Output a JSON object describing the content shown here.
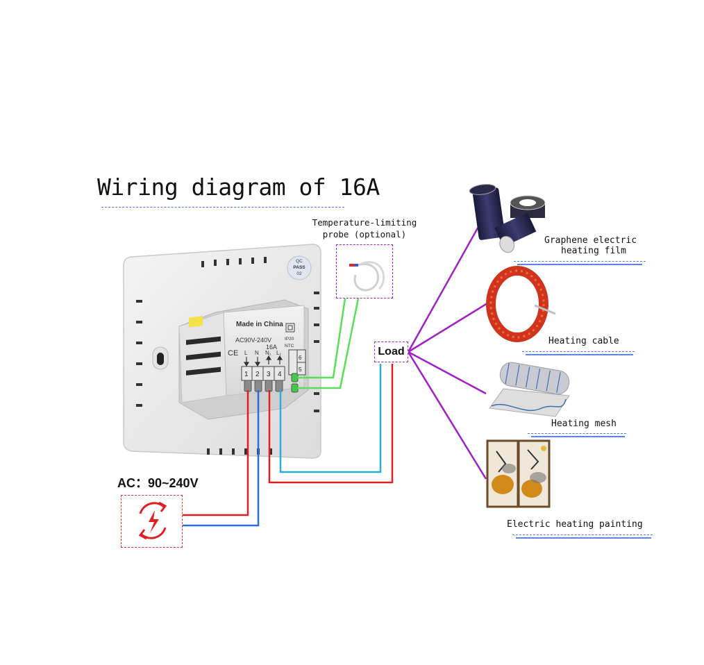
{
  "title": "Wiring diagram of 16A",
  "probe": {
    "label_line1": "Temperature-limiting",
    "label_line2": "probe (optional)"
  },
  "power": {
    "label": "AC：90~240V",
    "icon": "power-swap-icon"
  },
  "load": {
    "label": "Load"
  },
  "device": {
    "badge_line1": "QC",
    "badge_line2": "PASS",
    "badge_line3": "02",
    "made_in": "Made in China",
    "voltage": "AC90V-240V",
    "current": "16A",
    "ip": "IP20",
    "ntc": "NTC",
    "ce": "CE",
    "terminal_labels": [
      "L",
      "N",
      "N₁",
      "L₁"
    ],
    "terminal_numbers": [
      "1",
      "2",
      "3",
      "4"
    ],
    "probe_terminals": [
      "6",
      "5"
    ]
  },
  "loads": [
    {
      "label": "Graphene electric",
      "label2": "heating film"
    },
    {
      "label": "Heating cable"
    },
    {
      "label": "Heating mesh"
    },
    {
      "label": "Electric heating painting"
    }
  ],
  "colors": {
    "live": "#e02020",
    "neutral": "#2a6fd6",
    "probe_wire": "#55e055",
    "load_neutral": "#2aaee0",
    "load_line": "#a020c8"
  }
}
